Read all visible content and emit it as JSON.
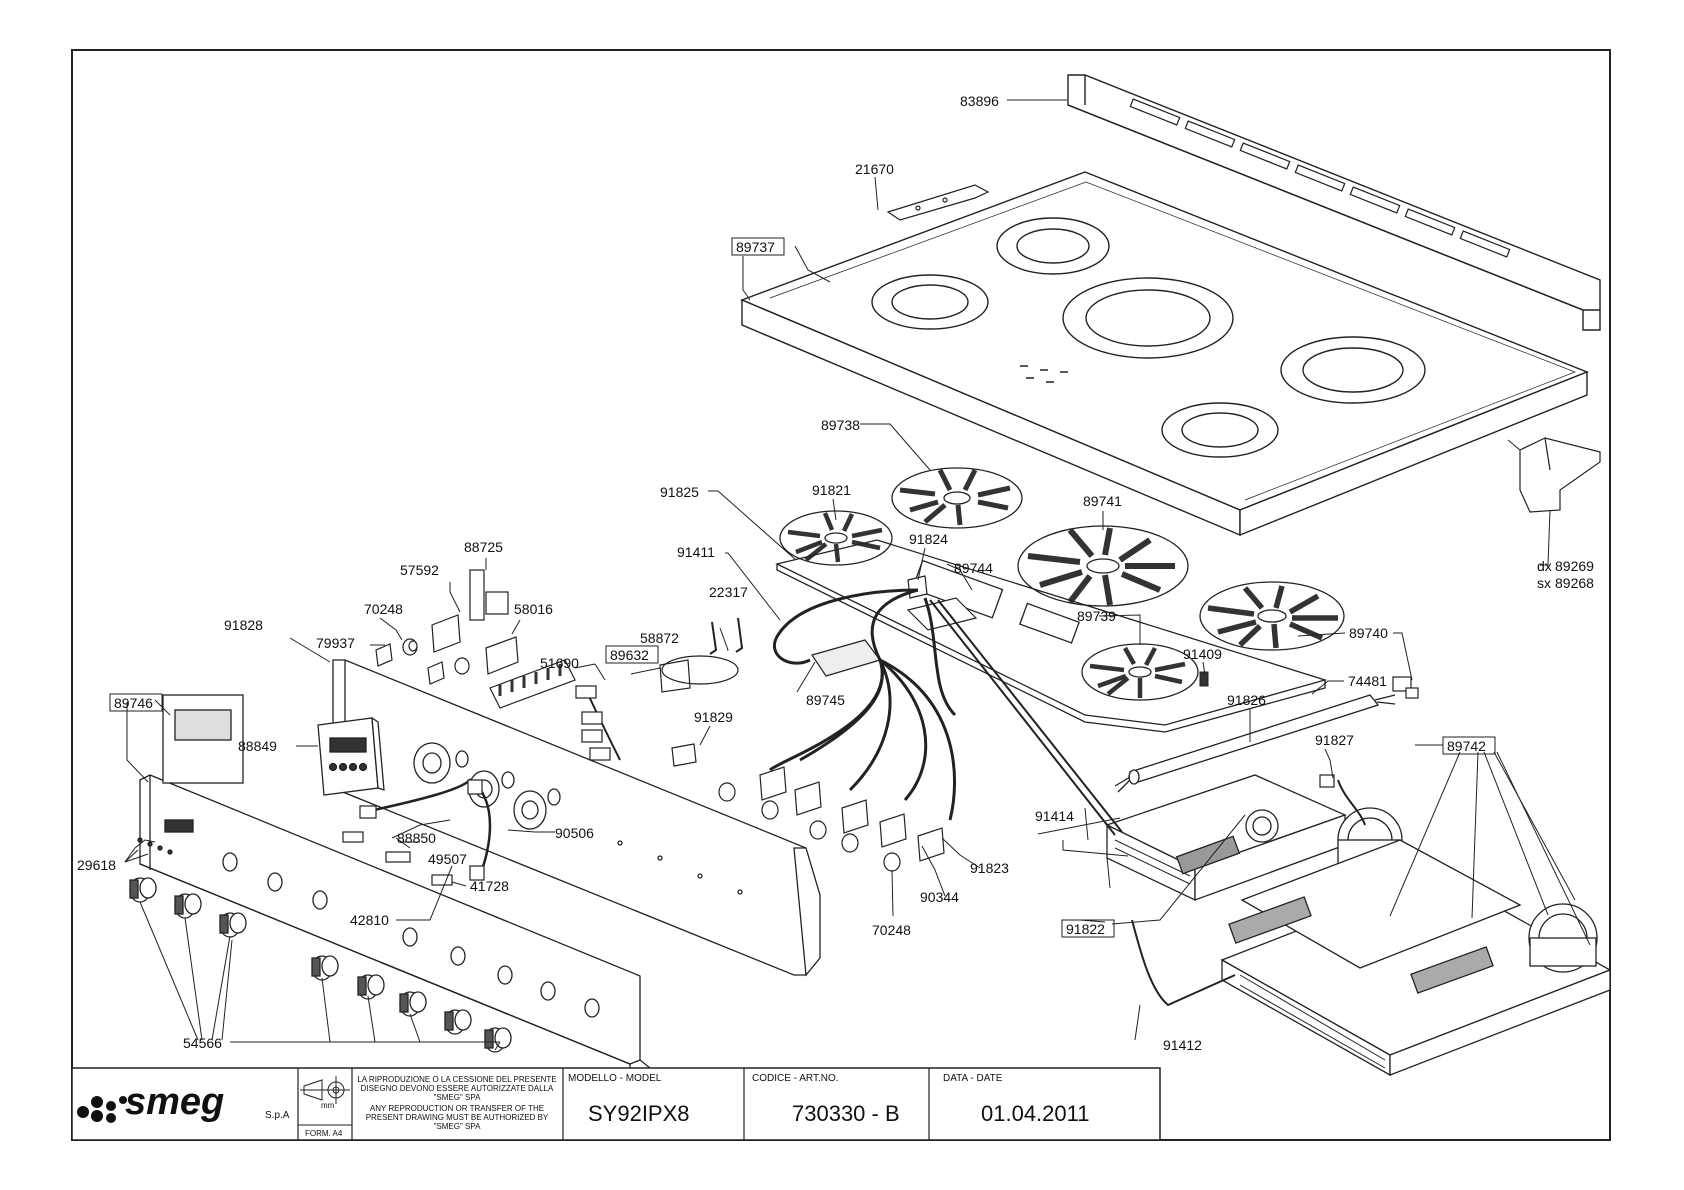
{
  "part_labels": {
    "p83896": "83896",
    "p21670": "21670",
    "p89737": "89737",
    "p89738": "89738",
    "p91821": "91821",
    "p91825": "91825",
    "p91824": "91824",
    "p89744": "89744",
    "p89741": "89741",
    "p91411": "91411",
    "p22317": "22317",
    "p58872": "58872",
    "p89632": "89632",
    "p51690": "51690",
    "p88725": "88725",
    "p57592": "57592",
    "p70248a": "70248",
    "p58016": "58016",
    "p79937": "79937",
    "p91828": "91828",
    "p89746": "89746",
    "p88849": "88849",
    "p91829": "91829",
    "p89745": "89745",
    "p89739": "89739",
    "p91409": "91409",
    "p89740": "89740",
    "p74481": "74481",
    "p91826": "91826",
    "p91827": "91827",
    "p89742": "89742",
    "p91414": "91414",
    "p91822": "91822",
    "p91412": "91412",
    "p88850": "88850",
    "p90506": "90506",
    "p49507": "49507",
    "p41728": "41728",
    "p42810": "42810",
    "p29618": "29618",
    "p54566": "54566",
    "p91823": "91823",
    "p90344": "90344",
    "p70248b": "70248",
    "dx_prefix": "dx",
    "sx_prefix": "sx",
    "p89269": "89269",
    "p89268": "89268"
  },
  "title_block": {
    "brand": "smeg",
    "brand_suffix": "S.p.A",
    "unit": "mm",
    "format": "FORM. A4",
    "notice_it_1": "LA RIPRODUZIONE O LA CESSIONE DEL PRESENTE",
    "notice_it_2": "DISEGNO DEVONO ESSERE AUTORIZZATE DALLA",
    "notice_it_3": "\"SMEG\" SPA",
    "notice_en_1": "ANY REPRODUCTION OR TRANSFER OF THE",
    "notice_en_2": "PRESENT DRAWING MUST BE AUTHORIZED BY",
    "notice_en_3": "\"SMEG\" SPA",
    "model_header": "MODELLO - MODEL",
    "model_value": "SY92IPX8",
    "code_header": "CODICE - ART.NO.",
    "code_value": "730330 - B",
    "date_header": "DATA - DATE",
    "date_value": "01.04.2011"
  }
}
